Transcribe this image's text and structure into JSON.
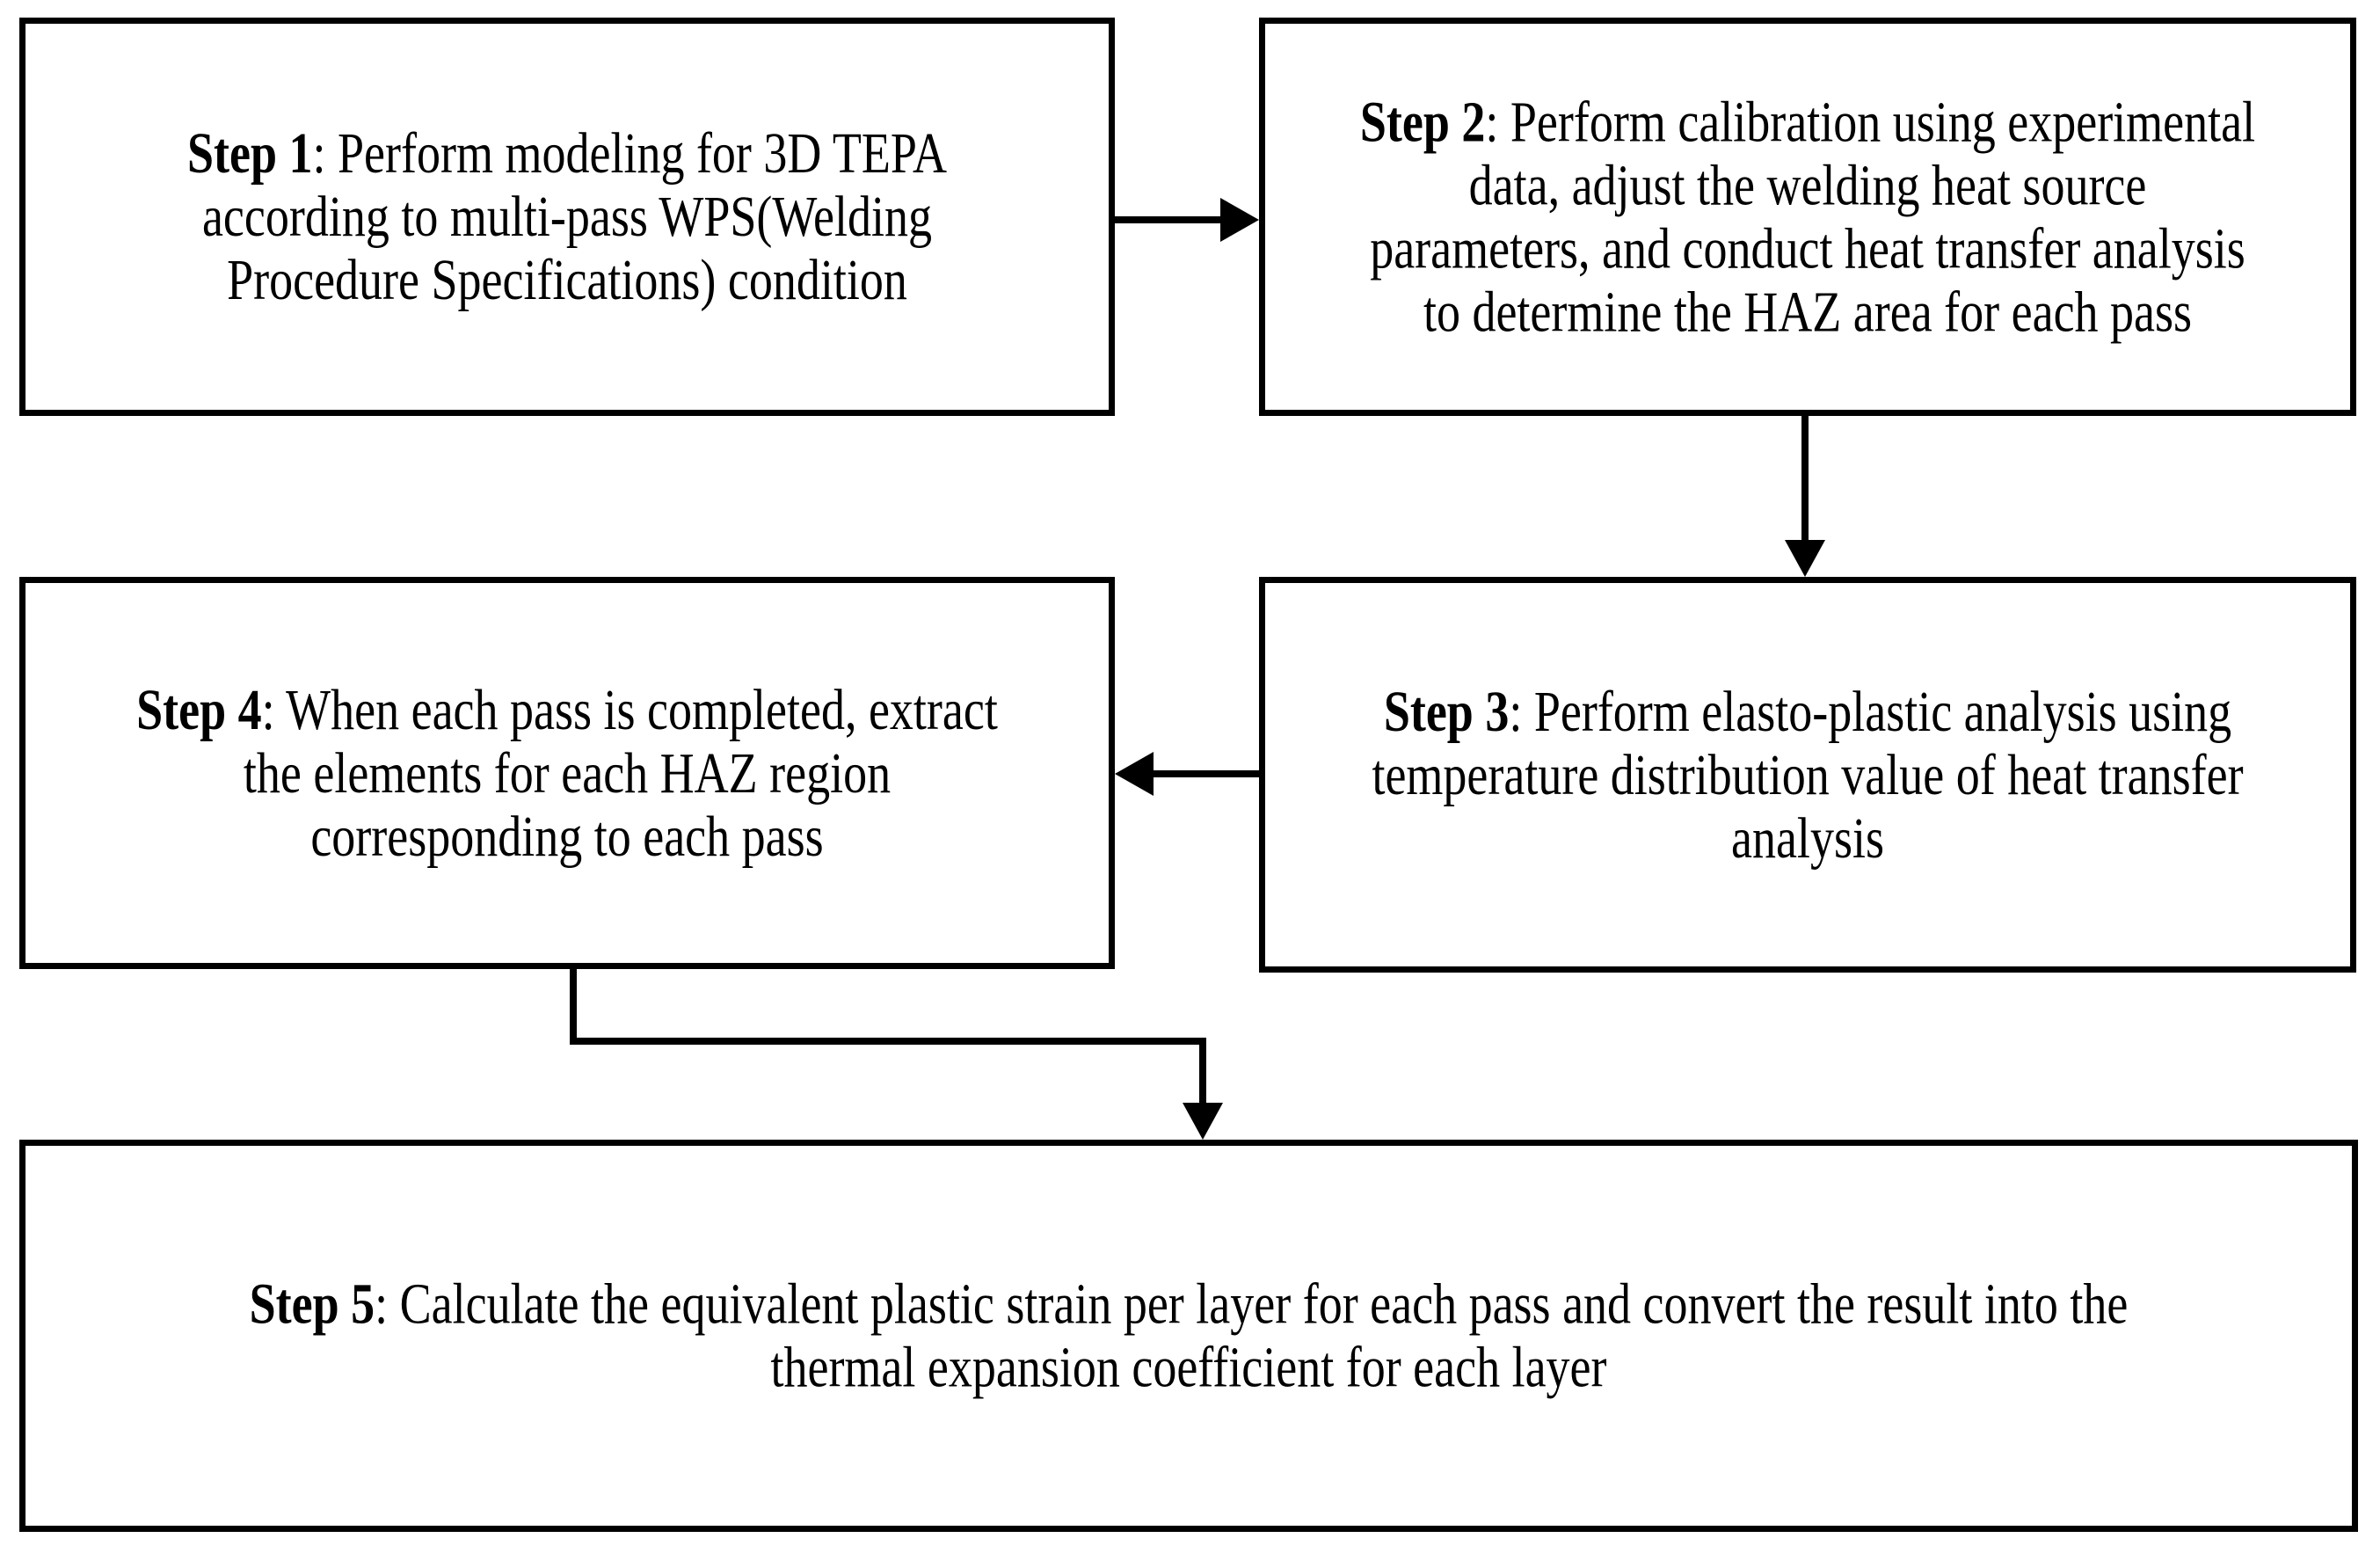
{
  "figure": {
    "type": "flowchart",
    "background_color": "#ffffff",
    "line_color": "#000000",
    "text_color": "#000000"
  },
  "boxes": [
    {
      "id": "step1",
      "label": "Step 1",
      "lines": [
        ": Perform modeling for 3D TEPA",
        "according to multi-pass WPS(Welding",
        "Procedure Specifications) condition"
      ]
    },
    {
      "id": "step2",
      "label": "Step 2",
      "lines": [
        ": Perform calibration using experimental",
        "data, adjust the welding heat source",
        "parameters, and conduct heat transfer analysis",
        "to determine the HAZ area for each pass"
      ]
    },
    {
      "id": "step3",
      "label": "Step 3",
      "lines": [
        ": Perform elasto-plastic analysis using",
        "temperature distribution value of heat transfer",
        "analysis"
      ]
    },
    {
      "id": "step4",
      "label": "Step 4",
      "lines": [
        ": When each pass is completed, extract",
        "the elements for each HAZ region",
        "corresponding to each pass"
      ]
    },
    {
      "id": "step5",
      "label": "Step 5",
      "lines": [
        ": Calculate the equivalent plastic strain per layer for each pass and convert the result into the",
        "thermal expansion coefficient for each layer"
      ]
    }
  ],
  "connections": [
    {
      "from": "step1",
      "to": "step2",
      "direction": "right"
    },
    {
      "from": "step2",
      "to": "step3",
      "direction": "down"
    },
    {
      "from": "step3",
      "to": "step4",
      "direction": "left"
    },
    {
      "from": "step4",
      "to": "step5",
      "direction": "down-right-down"
    }
  ]
}
